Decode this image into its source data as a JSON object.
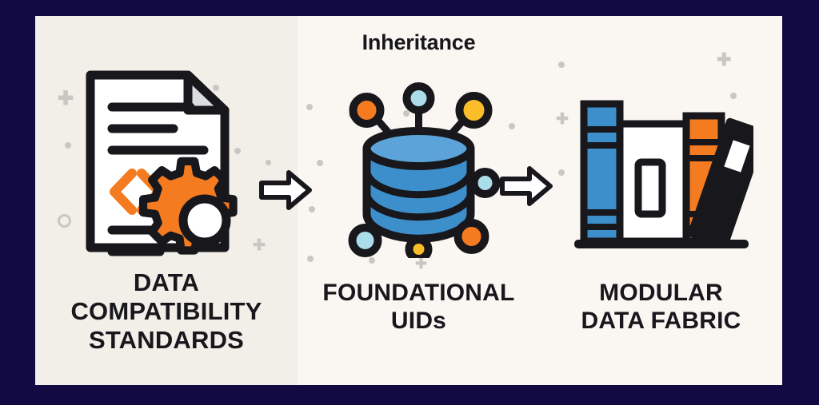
{
  "theme": {
    "border_color": "#120a42",
    "board_bg": "#f7f4f0",
    "panel_left_bg": "#f2efe9",
    "panel_right_bg": "#faf7f3",
    "ink": "#17171c",
    "orange": "#f47b20",
    "blue": "#3d8fcc",
    "light_blue": "#aadcea",
    "yellow": "#fbbe28",
    "gray_deco": "#c9c7c2"
  },
  "section": {
    "title": "Inheritance"
  },
  "panels": [
    {
      "id": "data-compatibility-standards",
      "icon": "document-code-gear-icon",
      "caption_lines": [
        "DATA",
        "COMPATIBILITY",
        "STANDARDS"
      ],
      "caption_text": "DATA COMPATIBILITY STANDARDS"
    },
    {
      "id": "foundational-uids",
      "icon": "database-nodes-icon",
      "caption_lines": [
        "FOUNDATIONAL",
        "UIDs"
      ],
      "caption_text": "FOUNDATIONAL UIDs"
    },
    {
      "id": "modular-data-fabric",
      "icon": "bookshelf-icon",
      "caption_lines": [
        "MODULAR",
        "DATA FABRIC"
      ],
      "caption_text": "MODULAR DATA FABRIC"
    }
  ],
  "arrows": [
    {
      "id": "arrow-1",
      "name": "arrow-right-icon",
      "direction": "right"
    },
    {
      "id": "arrow-2",
      "name": "arrow-right-icon",
      "direction": "right"
    }
  ]
}
